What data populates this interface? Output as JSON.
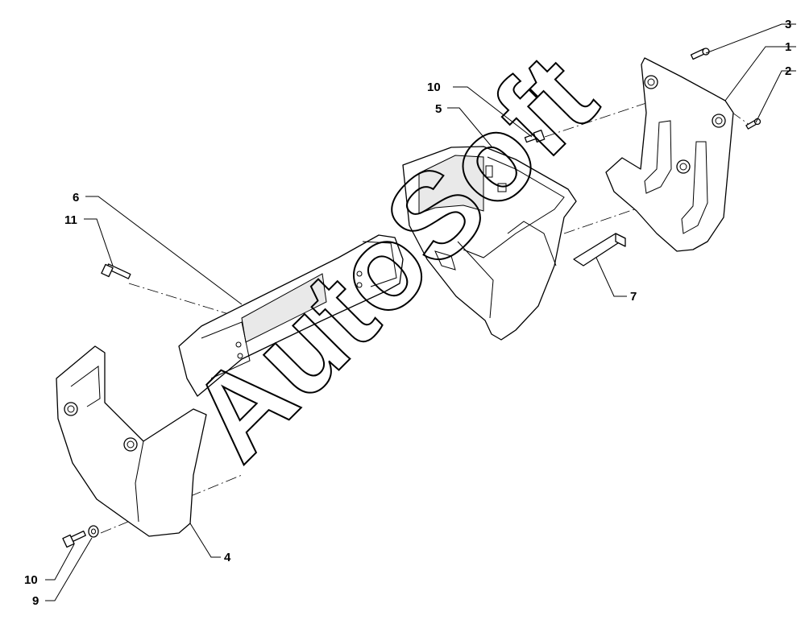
{
  "diagram": {
    "watermark": "AutoSoft",
    "callouts": {
      "c1": "1",
      "c2": "2",
      "c3": "3",
      "c4": "4",
      "c5": "5",
      "c6": "6",
      "c7": "7",
      "c9": "9",
      "c10_top": "10",
      "c10_bottom": "10",
      "c11": "11"
    }
  }
}
